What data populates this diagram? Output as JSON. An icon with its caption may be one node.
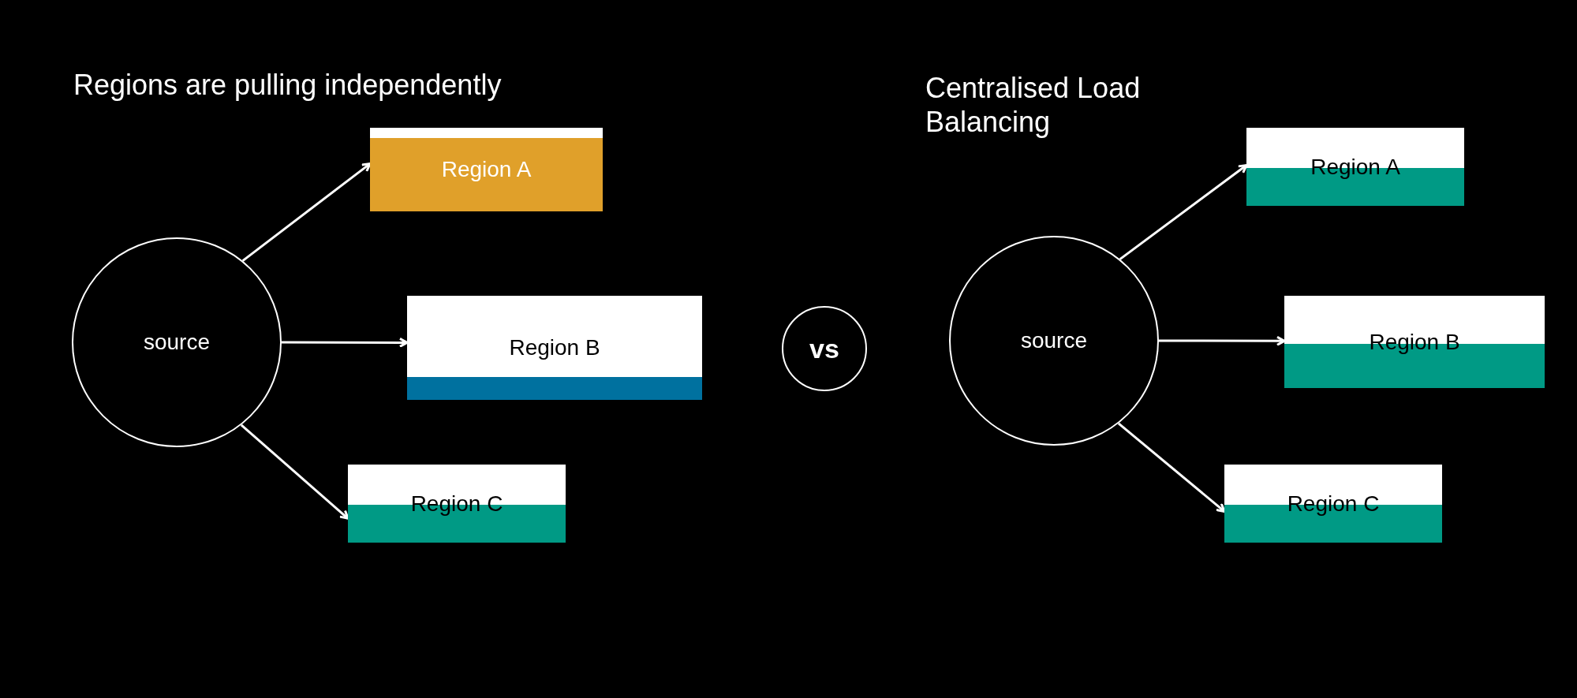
{
  "diagram": {
    "nodes": [
      {
        "text": [
          "source"
        ]
      },
      {
        "text": [
          "Region A"
        ]
      },
      {
        "text": [
          "Region B"
        ]
      },
      {
        "text": [
          "Region C"
        ]
      },
      {
        "text": [
          "vs"
        ]
      },
      {
        "text": [
          "source"
        ]
      },
      {
        "text": [
          "Region A"
        ]
      },
      {
        "text": [
          "Region B"
        ]
      },
      {
        "text": [
          "Region C"
        ]
      }
    ],
    "edges": [
      {
        "from": 0,
        "to": 1,
        "arrow": "to"
      },
      {
        "from": 0,
        "to": 2,
        "arrow": "to"
      },
      {
        "from": 0,
        "to": 3,
        "arrow": "to"
      },
      {
        "from": 5,
        "to": 6,
        "arrow": "to"
      },
      {
        "from": 5,
        "to": 7,
        "arrow": "to"
      },
      {
        "from": 5,
        "to": 8,
        "arrow": "to"
      }
    ],
    "labels": [
      "Regions are pulling independently",
      "Centralised Load Balancing"
    ]
  }
}
